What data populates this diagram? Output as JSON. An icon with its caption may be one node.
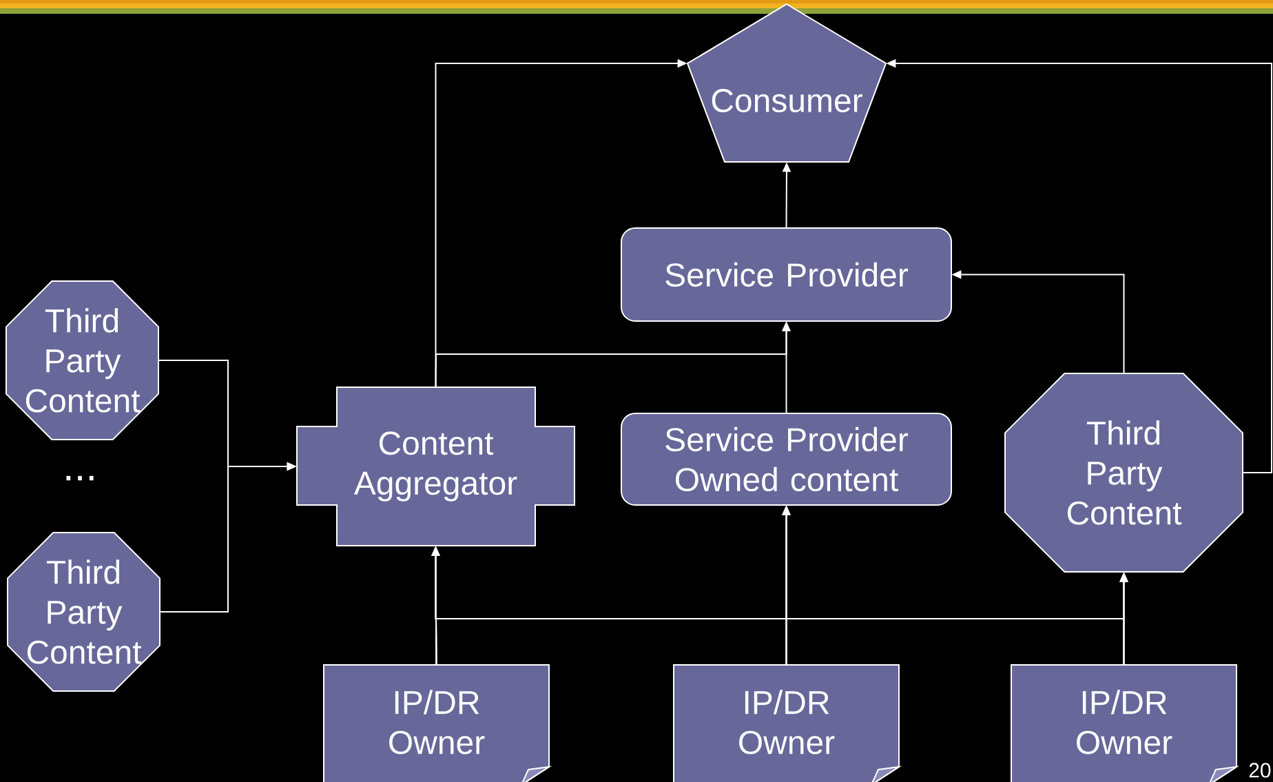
{
  "diagram": {
    "nodes": [
      {
        "text": [
          "Consumer"
        ]
      },
      {
        "text": [
          "Service Provider"
        ]
      },
      {
        "text": [
          "Third Party Content"
        ]
      },
      {
        "text": [
          "Third Party Content"
        ]
      },
      {
        "text": [
          "Content Aggregator"
        ]
      },
      {
        "text": [
          "Service Provider Owned content"
        ]
      },
      {
        "text": [
          "Third Party Content"
        ]
      },
      {
        "text": [
          "IP/DR Owner"
        ]
      },
      {
        "text": [
          "IP/DR Owner"
        ]
      },
      {
        "text": [
          "IP/DR Owner"
        ]
      }
    ],
    "edges": [
      {
        "from": 2,
        "to": 4,
        "arrow": "to"
      },
      {
        "from": 3,
        "to": 4,
        "arrow": "to"
      },
      {
        "from": 4,
        "to": 0,
        "arrow": "to"
      },
      {
        "from": 4,
        "to": 1,
        "arrow": "to"
      },
      {
        "from": 5,
        "to": 1,
        "arrow": "to"
      },
      {
        "from": 1,
        "to": 0,
        "arrow": "to"
      },
      {
        "from": 6,
        "to": 1,
        "arrow": "to"
      },
      {
        "from": 6,
        "to": 0,
        "arrow": "to"
      },
      {
        "from": 7,
        "to": 4,
        "arrow": "to"
      },
      {
        "from": 7,
        "to": 5,
        "arrow": "to"
      },
      {
        "from": 7,
        "to": 6,
        "arrow": "to"
      },
      {
        "from": 8,
        "to": 4,
        "arrow": "to"
      },
      {
        "from": 8,
        "to": 5,
        "arrow": "to"
      },
      {
        "from": 8,
        "to": 6,
        "arrow": "to"
      },
      {
        "from": 9,
        "to": 4,
        "arrow": "to"
      },
      {
        "from": 9,
        "to": 5,
        "arrow": "to"
      },
      {
        "from": 9,
        "to": 6,
        "arrow": "to"
      }
    ],
    "labels": [
      "...",
      "20"
    ]
  }
}
